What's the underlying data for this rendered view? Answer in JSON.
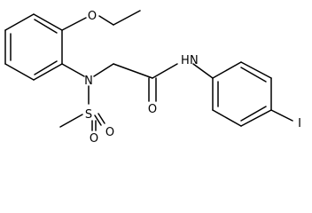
{
  "molecule": {
    "atoms": {
      "ether_oxygen": "O",
      "amine_nitrogen": "N",
      "sulfur": "S",
      "sulfonyl_oxygen_left": "O",
      "sulfonyl_oxygen_right": "O",
      "carbonyl_oxygen": "O",
      "amide_nitrogen": "N",
      "amide_hydrogen": "H",
      "iodine": "I"
    },
    "colors": {
      "bond": "#000000",
      "label": "#000000",
      "background": "#ffffff"
    }
  }
}
